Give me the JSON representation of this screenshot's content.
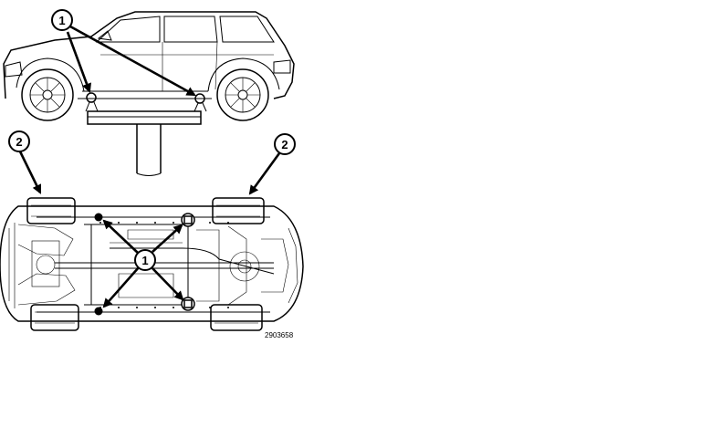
{
  "callouts": {
    "lift_point_label": "1",
    "tire_point_label": "2"
  },
  "figure_id": "2903658",
  "colors": {
    "line": "#000000",
    "background": "#ffffff"
  }
}
